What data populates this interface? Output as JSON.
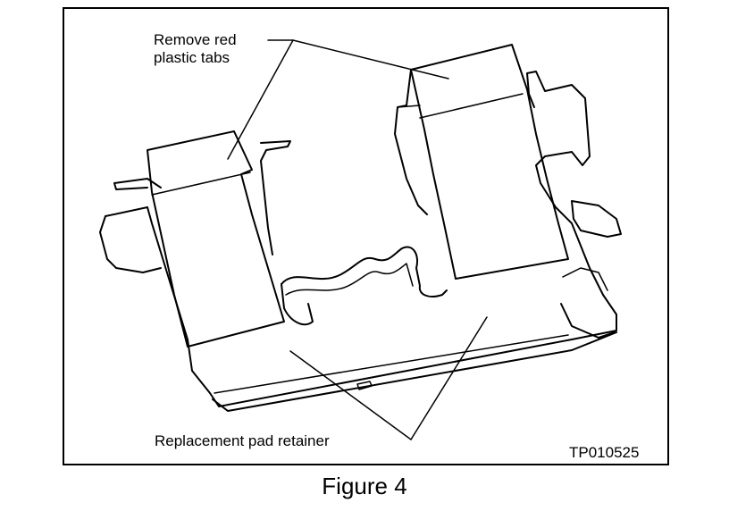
{
  "diagram": {
    "callouts": {
      "tabs_line1": "Remove red",
      "tabs_line2": "plastic tabs",
      "retainer": "Replacement pad retainer"
    },
    "figure_code": "TP010525",
    "caption": "Figure 4"
  },
  "colors": {
    "ink": "#000000",
    "paper": "#ffffff"
  }
}
